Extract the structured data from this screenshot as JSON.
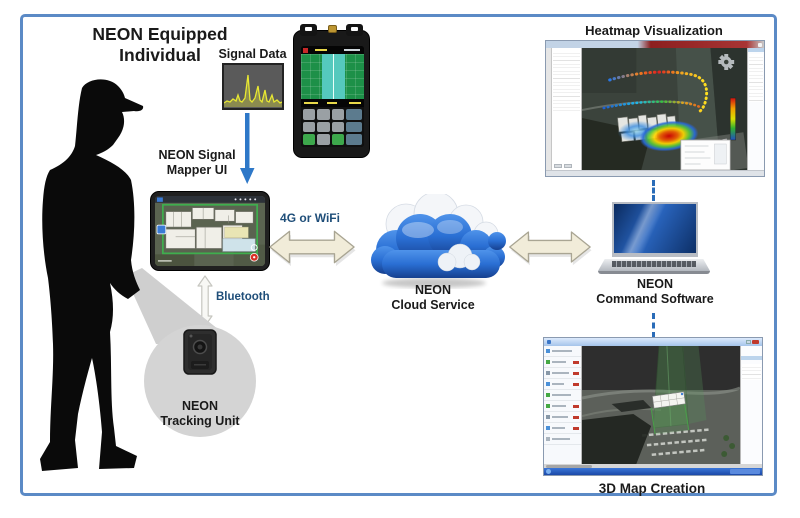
{
  "diagram": {
    "title": {
      "line1": "NEON Equipped",
      "line2": "Individual"
    },
    "nodes": {
      "signal_data": {
        "label": "Signal Data"
      },
      "signal_mapper": {
        "label_line1": "NEON Signal",
        "label_line2": "Mapper UI"
      },
      "tracking_unit": {
        "label_line1": "NEON",
        "label_line2": "Tracking Unit"
      },
      "cloud": {
        "label_line1": "NEON",
        "label_line2": "Cloud Service"
      },
      "command_software": {
        "label_line1": "NEON",
        "label_line2": "Command Software"
      },
      "heatmap": {
        "label": "Heatmap Visualization"
      },
      "map3d": {
        "label": "3D Map Creation"
      }
    },
    "links": {
      "wireless": {
        "label": "4G or WiFi"
      },
      "bluetooth": {
        "label": "Bluetooth"
      }
    }
  },
  "icons": {
    "person-silhouette": "black silhouette of man wearing cap",
    "spectrum-display": "yellow RF spectrum trace on gray panel",
    "handheld-analyzer": "rugged handheld signal analyzer with green spectrum screen and keypad",
    "tablet-mapper": "tablet showing indoor floor-plan map",
    "down-arrow": "solid blue downward arrow",
    "double-arrow-horizontal": "beige double-headed horizontal arrow",
    "double-arrow-vertical": "outlined vertical double-headed arrow",
    "cloud": "blue and white cloud",
    "laptop": "silver laptop with blue screen",
    "magnifier-callout": "gray circular zoom callout from belt",
    "tracking-device": "small black body-worn tracking unit",
    "dashed-connector": "blue dashed vertical connector",
    "heatmap-screenshot": "software window with 3D map, rainbow signal paths, heatmap and color scale",
    "map3d-screenshot": "software window with aerial 3D map and green building extrusion"
  },
  "colors": {
    "frame_border": "#5b8ac6",
    "label_navy": "#1f4e79",
    "label_black": "#1a1a1a",
    "arrow_fill": "#f1ecd9",
    "arrow_stroke": "#a9a593",
    "solid_arrow_blue": "#2e78c8",
    "dashed_connector_blue": "#2a6cb8",
    "cloud_blue": "#2a6fd4",
    "callout_gray": "#d2d2d2",
    "heat_scale": [
      "#d01010",
      "#f0a000",
      "#d8e000",
      "#30b030",
      "#2050c0"
    ]
  }
}
